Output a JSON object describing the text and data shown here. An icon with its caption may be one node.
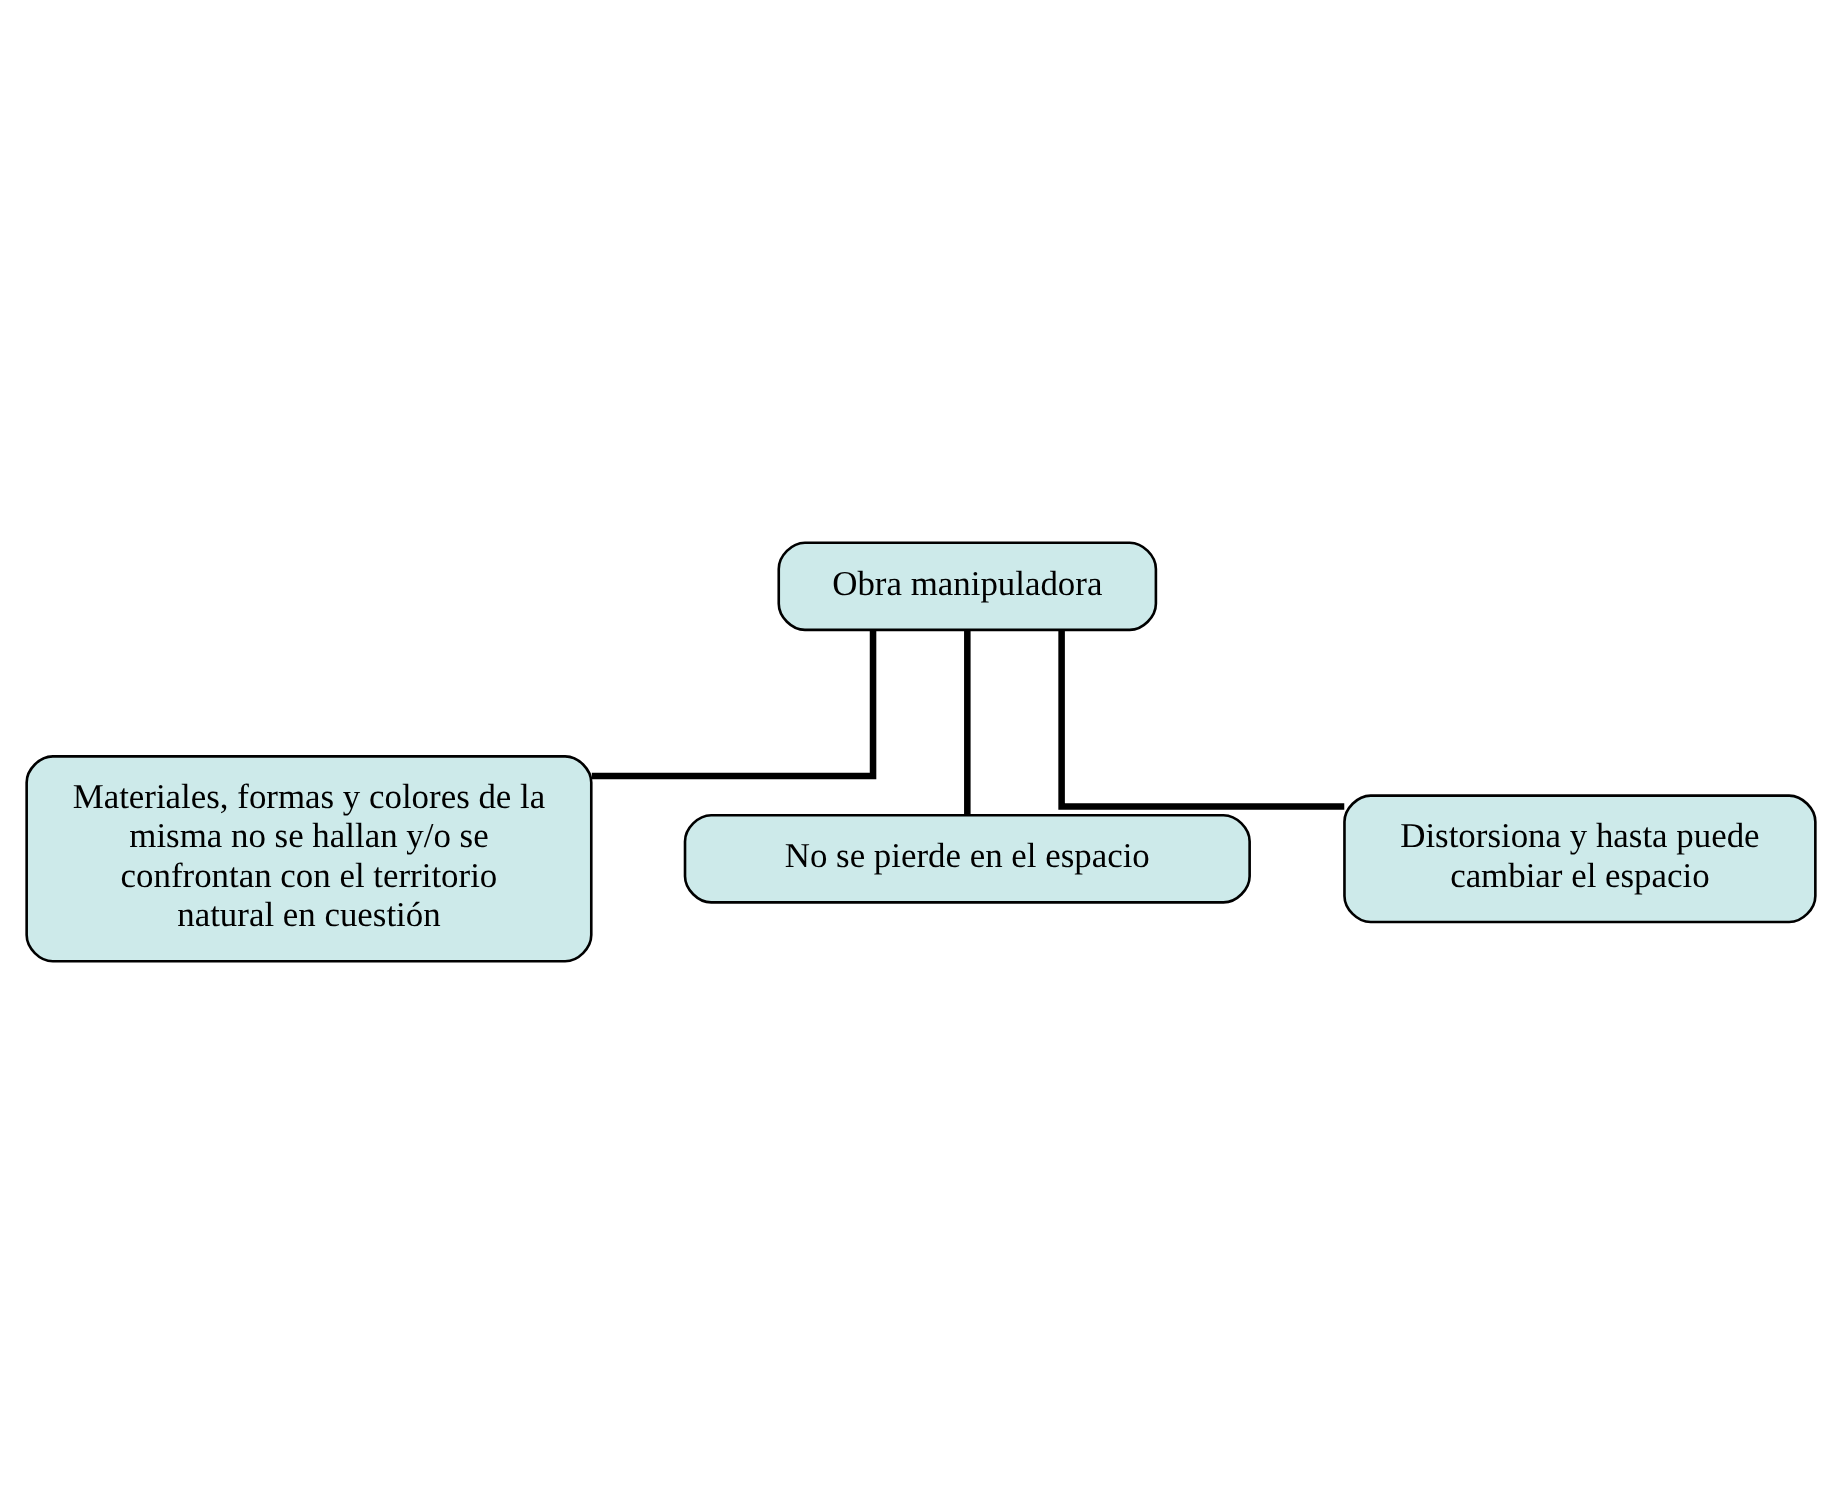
{
  "diagram": {
    "nodes": [
      {
        "text": [
          "Obra manipuladora"
        ]
      },
      {
        "text": [
          "Materiales, formas y colores de la misma no se hallan y/o se confrontan con el territorio natural en cuestión"
        ]
      },
      {
        "text": [
          "No se pierde en el espacio"
        ]
      },
      {
        "text": [
          "Distorsiona y hasta puede cambiar el espacio"
        ]
      }
    ],
    "edges": [
      {
        "from": 0,
        "to": 1,
        "arrow": "none"
      },
      {
        "from": 0,
        "to": 2,
        "arrow": "none"
      },
      {
        "from": 0,
        "to": 3,
        "arrow": "none"
      }
    ]
  }
}
